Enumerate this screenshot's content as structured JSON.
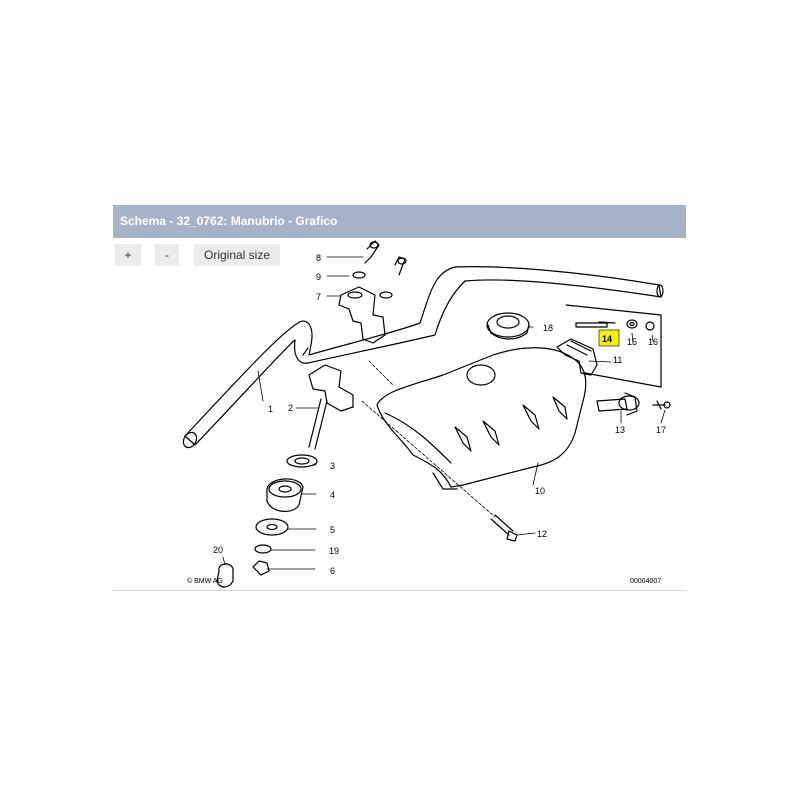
{
  "panel": {
    "title": "Schema - 32_0762: Manubrio - Grafico"
  },
  "toolbar": {
    "zoom_in_label": "+",
    "zoom_out_label": "-",
    "original_size_label": "Original size"
  },
  "diagram": {
    "part_labels": [
      "1",
      "2",
      "3",
      "4",
      "5",
      "6",
      "7",
      "8",
      "9",
      "10",
      "11",
      "12",
      "13",
      "14",
      "15",
      "16",
      "17",
      "18",
      "19",
      "20"
    ],
    "highlighted_part": "14",
    "highlight_color": "#f5ef12",
    "copyright": "© BMW AG",
    "drawing_number": "00004007"
  },
  "colors": {
    "header_bg": "#a5b3c9",
    "header_text": "#ffffff",
    "button_bg": "#ececec"
  }
}
